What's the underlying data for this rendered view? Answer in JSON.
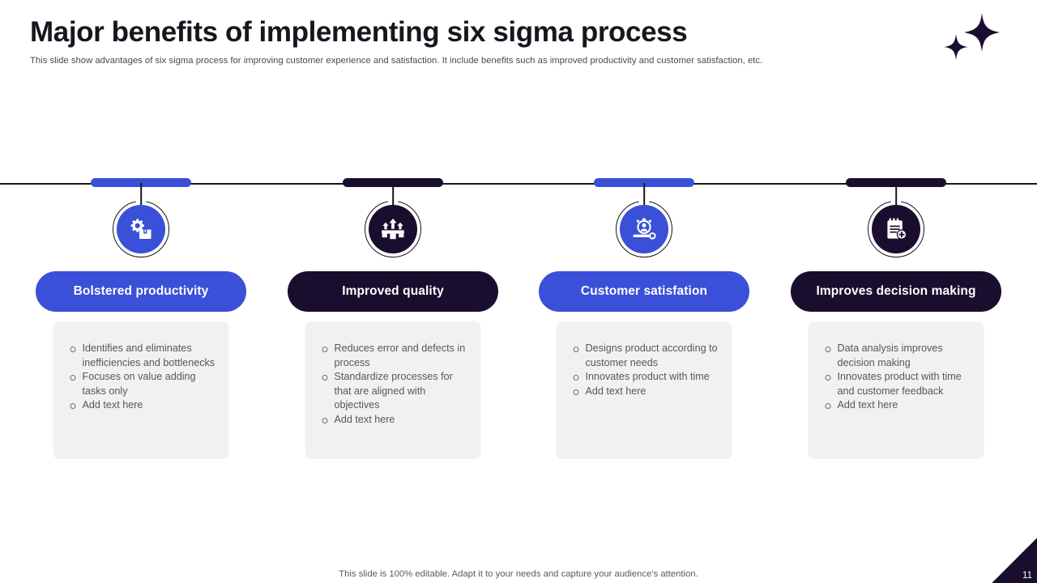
{
  "header": {
    "title": "Major benefits of implementing six sigma process",
    "subtitle": "This slide show advantages of six sigma process for improving customer experience and satisfaction. It include benefits such as improved productivity and customer satisfaction, etc."
  },
  "decor": {
    "sparkle_large_icon": "four-point-star-icon",
    "sparkle_small_icon": "four-point-star-icon",
    "sparkle_color": "#1A0E2E"
  },
  "colors": {
    "blue": "#3A50D8",
    "navy": "#1A0E2E",
    "card_bg": "#F1F1F1",
    "timeline": "#15151E",
    "body_text": "#575757"
  },
  "columns": [
    {
      "accent": "#3A50D8",
      "icon": "gear-box-icon",
      "label": "Bolstered productivity",
      "bullets": [
        "Identifies and eliminates inefficiencies and bottlenecks",
        "Focuses on value adding tasks only",
        "Add text here"
      ]
    },
    {
      "accent": "#1A0E2E",
      "icon": "growth-arrows-icon",
      "label": "Improved quality",
      "bullets": [
        "Reduces error and defects in process",
        "Standardize processes for that are aligned with objectives",
        "Add text here"
      ]
    },
    {
      "accent": "#3A50D8",
      "icon": "customer-rating-icon",
      "label": "Customer satisfation",
      "bullets": [
        "Designs product according to customer needs",
        "Innovates product with time",
        "Add text here"
      ]
    },
    {
      "accent": "#1A0E2E",
      "icon": "clipboard-plus-icon",
      "label": "Improves decision making",
      "bullets": [
        "Data analysis improves decision making",
        "Innovates product with time and customer feedback",
        "Add text here"
      ]
    }
  ],
  "footer": {
    "note": "This slide is 100% editable. Adapt it to your needs and capture your audience's attention.",
    "page_number": "11"
  }
}
